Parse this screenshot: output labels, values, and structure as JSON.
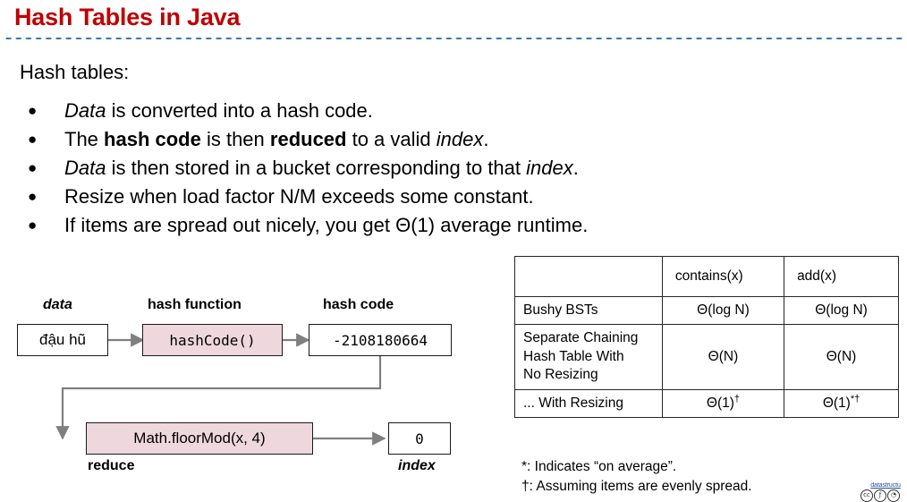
{
  "slide": {
    "title": "Hash Tables in Java",
    "title_color": "#C00000",
    "divider_color": "#3C78B4",
    "lead_line": "Hash tables:"
  },
  "bullets": [
    {
      "bullet_glyph": "●",
      "segments": [
        {
          "text": "Data",
          "style": "italic"
        },
        {
          "text": " is converted into a hash code.",
          "style": "normal"
        }
      ]
    },
    {
      "bullet_glyph": "●",
      "segments": [
        {
          "text": "The ",
          "style": "normal"
        },
        {
          "text": "hash code",
          "style": "bold"
        },
        {
          "text": " is then ",
          "style": "normal"
        },
        {
          "text": "reduced",
          "style": "bold"
        },
        {
          "text": " to a valid ",
          "style": "normal"
        },
        {
          "text": "index",
          "style": "italic"
        },
        {
          "text": ".",
          "style": "normal"
        }
      ]
    },
    {
      "bullet_glyph": "●",
      "segments": [
        {
          "text": "Data",
          "style": "italic"
        },
        {
          "text": " is then stored in a bucket corresponding to that ",
          "style": "normal"
        },
        {
          "text": "index",
          "style": "italic"
        },
        {
          "text": ".",
          "style": "normal"
        }
      ]
    },
    {
      "bullet_glyph": "●",
      "segments": [
        {
          "text": "Resize when load factor N/M exceeds some constant.",
          "style": "normal"
        }
      ]
    },
    {
      "bullet_glyph": "●",
      "segments": [
        {
          "text": "If items are spread out nicely, you get Θ(1) average runtime.",
          "style": "normal"
        }
      ]
    }
  ],
  "diagram": {
    "labels": {
      "data": "data",
      "hash_function": "hash function",
      "hash_code": "hash code",
      "reduce": "reduce",
      "index": "index"
    },
    "boxes": {
      "data_value": "đậu hũ",
      "hash_function_value": "hashCode()",
      "hash_code_value": "-2108180664",
      "reduce_value": "Math.floorMod(x, 4)",
      "index_value": "0"
    },
    "pink_fill": "#EFD7DE",
    "connector_color": "#7f7f7f"
  },
  "table": {
    "headers": [
      "",
      "contains(x)",
      "add(x)"
    ],
    "rows": [
      {
        "label": "Bushy BSTs",
        "contains": "Θ(log N)",
        "contains_sup": "",
        "add": "Θ(log N)",
        "add_sup": ""
      },
      {
        "label": "Separate Chaining\nHash Table With\nNo Resizing",
        "contains": "Θ(N)",
        "contains_sup": "",
        "add": "Θ(N)",
        "add_sup": ""
      },
      {
        "label": "... With Resizing",
        "contains": "Θ(1)",
        "contains_sup": "†",
        "add": "Θ(1)",
        "add_sup": "*†"
      }
    ],
    "footnotes": [
      "*: Indicates “on average”.",
      "†: Assuming items are evenly spread."
    ]
  },
  "attribution": {
    "link_text": "datastructu",
    "badges": [
      "cc",
      "by",
      "sa"
    ]
  }
}
